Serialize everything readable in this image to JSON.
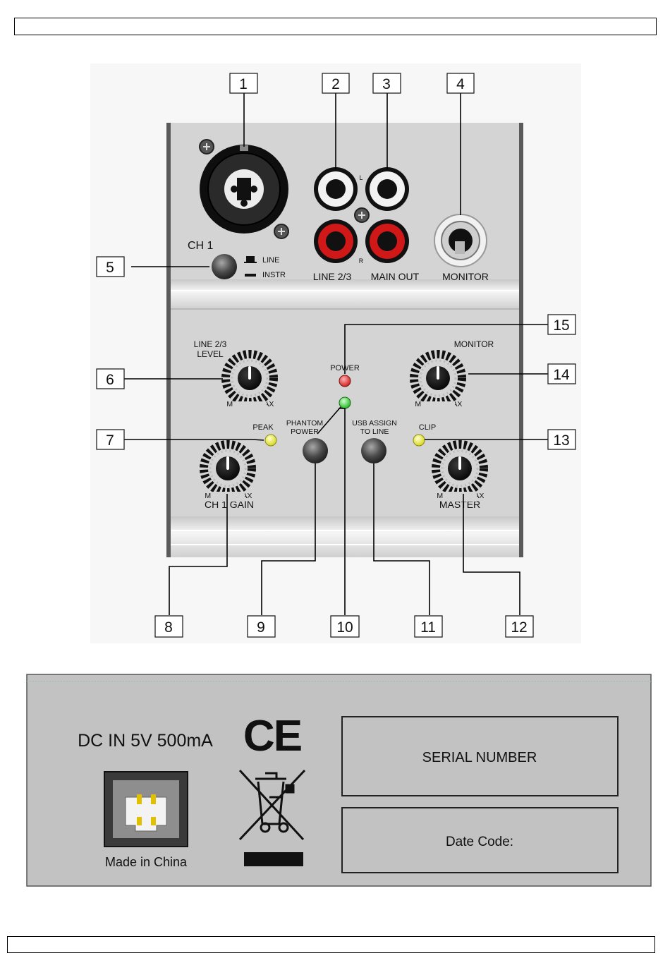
{
  "panel_labels": {
    "ch1": "CH 1",
    "line": "LINE",
    "instr": "INSTR",
    "rca_l": "L",
    "rca_r": "R",
    "line23": "LINE 2/3",
    "main_out": "MAIN OUT",
    "monitor_jack": "MONITOR",
    "line23_level_1": "LINE 2/3",
    "line23_level_2": "LEVEL",
    "monitor_knob": "MONITOR",
    "power": "POWER",
    "peak": "PEAK",
    "phantom_1": "PHANTOM",
    "phantom_2": "POWER",
    "usb_assign_1": "USB ASSIGN",
    "usb_assign_2": "TO LINE",
    "clip": "CLIP",
    "min": "MIN",
    "max": "MAX",
    "ch1_gain": "CH 1 GAIN",
    "master": "MASTER"
  },
  "callouts": [
    "1",
    "2",
    "3",
    "4",
    "5",
    "6",
    "7",
    "8",
    "9",
    "10",
    "11",
    "12",
    "13",
    "14",
    "15"
  ],
  "rear_panel": {
    "dc_in": "DC IN 5V 500mA",
    "ce_mark": "CE",
    "made_in": "Made in China",
    "serial_number": "SERIAL NUMBER",
    "date_code": "Date Code:"
  },
  "colors": {
    "panel": "#d4d4d4",
    "rear_panel": "#c2c2c2",
    "led_power": "#e02020",
    "led_green": "#33cc33",
    "led_yellow": "#e8e830",
    "rca_red": "#d01818"
  }
}
